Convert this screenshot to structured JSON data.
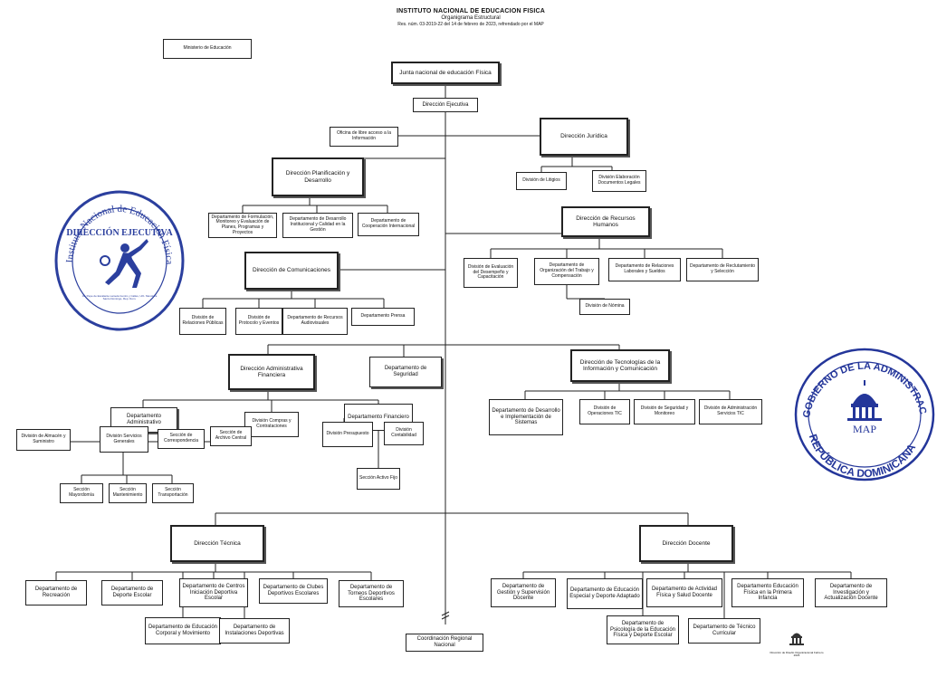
{
  "header": {
    "title": "INSTITUTO NACIONAL DE EDUCACION FISICA",
    "subtitle": "Organigrama Estructural",
    "resolution": "Res. núm. 03-2019-22 del 14 de febrero de 2023, refrendado por el MAP"
  },
  "nodes": {
    "ministerio": "Ministerio de Educación",
    "junta": "Junta nacional de educación Física",
    "direccion_ejecutiva": "Dirección Ejecutiva",
    "oficina_acceso": "Oficina de libre acceso a la Información",
    "direccion_juridica": "Dirección Jurídica",
    "division_litigios": "División de Litigios",
    "division_elaboracion": "División Elaboración Documentos Legales",
    "direccion_planificacion": "Dirección Planificación y Desarrollo",
    "depto_formulacion": "Departamento de Formulación, Monitoreo y Evaluación de Planes, Programas y Proyectos",
    "depto_desarrollo": "Departamento de Desarrollo Institucional y Calidad en la Gestión",
    "depto_cooperacion": "Departamento de Cooperación Internacional",
    "direccion_rrhh": "Dirección de Recursos Humanos",
    "div_evaluacion": "División de Evaluación del Desempeño y Capacitación",
    "depto_organizacion": "Departamento de Organización del Trabajo y Compensación",
    "depto_relaciones_laborales": "Departamento de Relaciones Laborales y Sueldos",
    "depto_reclutamiento": "Departamento de Reclutamiento y Selección",
    "div_nomina": "División de Nómina",
    "direccion_comunicaciones": "Dirección de Comunicaciones",
    "div_relaciones_publicas": "División de Relaciones Públicas",
    "div_protocolo": "División de Protocolo y Eventos",
    "depto_audiovisuales": "Departamento de Recursos Audiovisuales",
    "depto_prensa": "Departamento Prensa",
    "direccion_administrativa": "Dirección Administrativa Financiera",
    "depto_seguridad": "Departamento de Seguridad",
    "direccion_tic": "Dirección de Tecnologías de la Información y Comunicación",
    "depto_desarrollo_sistemas": "Departamento de Desarrollo e Implementación de Sistemas",
    "div_operaciones_tic": "División de Operaciones TIC",
    "div_seguridad_tic": "División de Seguridad y Monitoreo",
    "div_administracion_tic": "División de Administración Servicios TIC",
    "depto_administrativo": "Departamento Administrativo",
    "div_compras": "División Compras y Contrataciones",
    "depto_financiero": "Departamento Financiero",
    "div_almacen": "División de Almacén y Suministro",
    "div_servicios_generales": "División Servicios Generales",
    "seccion_correspondencia": "Sección de Correspondencia",
    "seccion_archivo": "Sección de Archivo Central",
    "seccion_mayordomia": "Sección Mayordomía",
    "seccion_mantenimiento": "Sección Mantenimiento",
    "seccion_transportacion": "Sección Transportación",
    "div_presupuesto": "División Presupuesto",
    "div_contabilidad": "División Contabilidad",
    "seccion_activo_fijo": "Sección Activo Fijo",
    "direccion_tecnica": "Dirección Técnica",
    "direccion_docente": "Dirección Docente",
    "depto_recreacion": "Departamento de Recreación",
    "depto_deporte_escolar": "Departamento de Deporte Escolar",
    "depto_centros_iniciacion": "Departamento de Centros Iniciación Deportiva Escolar",
    "depto_clubes": "Departamento de Clubes Deportivos Escolares",
    "depto_torneos": "Departamento de Torneos Deportivos Escolares",
    "depto_educacion_corporal": "Departamento de Educación Corporal y Movimiento",
    "depto_instalaciones": "Departamento de Instalaciones Deportivas",
    "coordinacion_regional": "Coordinación Regional Nacional",
    "depto_gestion_docente": "Departamento de Gestión y Supervisión Docente",
    "depto_educacion_especial": "Departamento de Educación Especial y Deporte Adaptado",
    "depto_actividad_fisica": "Departamento de Actividad Física y Salud Docente",
    "depto_primera_infancia": "Departamento Educación Física en la Primera Infancia",
    "depto_investigacion": "Departamento de Investigación y Actualización Docente",
    "depto_psicologia": "Departamento de Psicología de la Educación Física y Deporte Escolar",
    "depto_tecnico_curricular": "Departamento de Técnico Curricular"
  },
  "seal_left": {
    "ring_text": "Instituto Nacional de Educación Física INEFI",
    "center_text": "DIRECCIÓN EJECUTIVA",
    "address": "Av. Pepe de Escalante Lamela Centro y Calles, Urb. Mendoza Santo Domingo, Rep. Dom."
  },
  "seal_right": {
    "top_text": "GOBIERNO DE LA ADMINISTRACIÓN PÚBLICA",
    "center_text": "MAP",
    "bottom_text": "REPÚBLICA DOMINICANA"
  },
  "footer_logo": {
    "caption": "Dirección de Diseño Organizacional Febrero 2023"
  },
  "colors": {
    "line": "#222222",
    "seal_left": "#2b3f9e",
    "seal_right": "#24369a"
  }
}
